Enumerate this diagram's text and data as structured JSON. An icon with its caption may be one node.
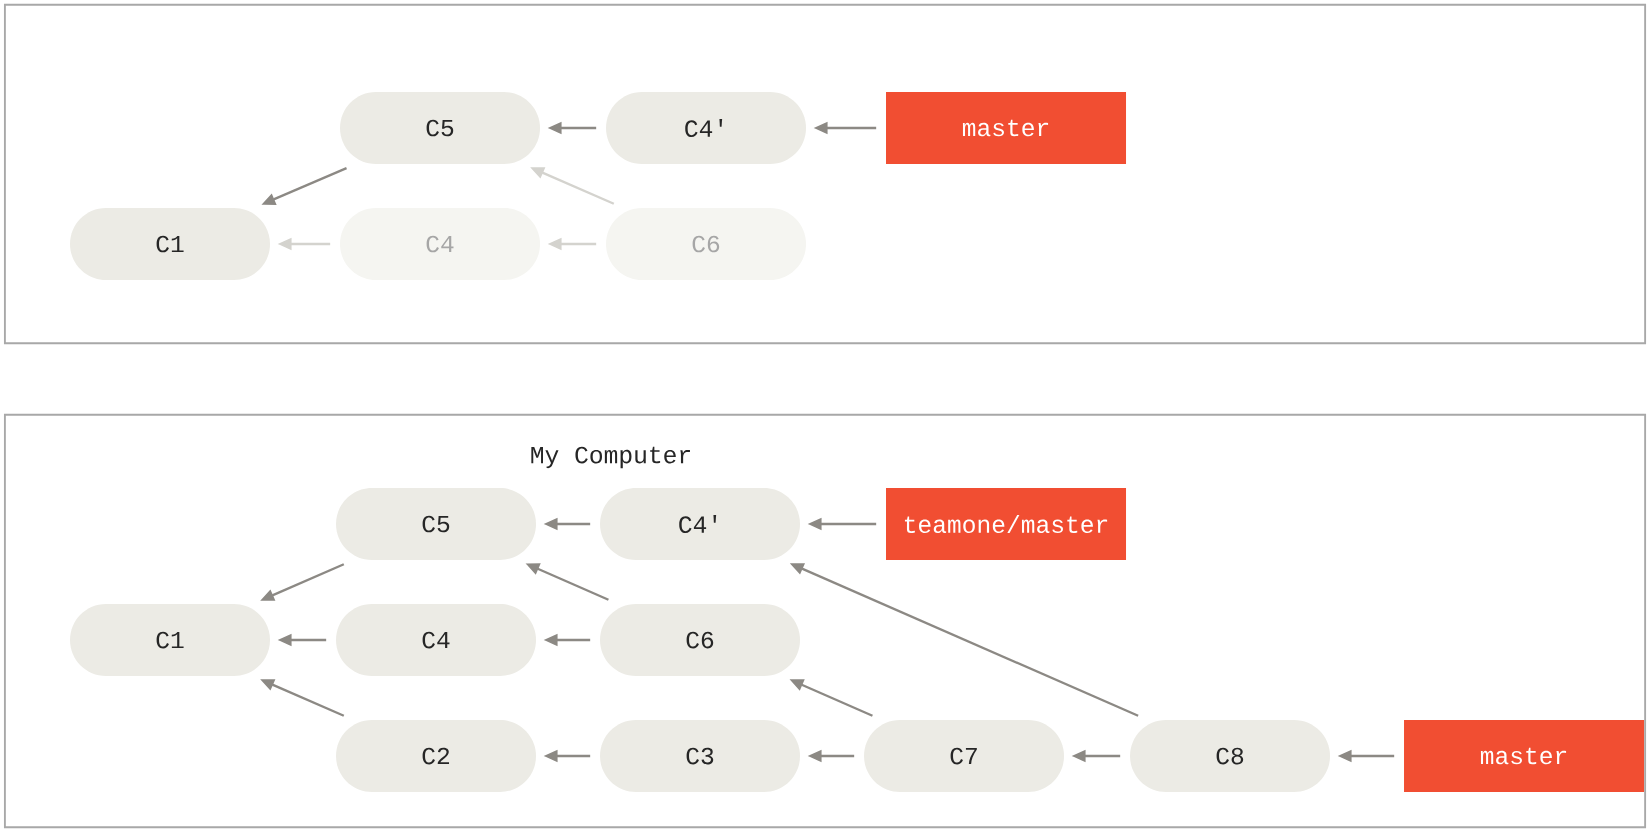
{
  "diagram": {
    "nodes": [
      {
        "text": [],
        "shape": "box"
      },
      {
        "text": [
          "C5"
        ],
        "in": 0
      },
      {
        "text": [
          "C4'"
        ],
        "in": 0
      },
      {
        "text": [
          "master"
        ],
        "in": 0
      },
      {
        "text": [
          "C1"
        ],
        "in": 0
      },
      {
        "text": [
          "C4"
        ],
        "in": 0
      },
      {
        "text": [
          "C6"
        ],
        "in": 0
      },
      {
        "text": [
          "My Computer"
        ]
      },
      {
        "text": [
          "C5"
        ],
        "in": 7
      },
      {
        "text": [
          "C4'"
        ],
        "in": 7
      },
      {
        "text": [
          "teamone/master"
        ],
        "in": 7
      },
      {
        "text": [
          "C1"
        ],
        "in": 7
      },
      {
        "text": [
          "C4"
        ],
        "in": 7
      },
      {
        "text": [
          "C6"
        ],
        "in": 7
      },
      {
        "text": [
          "C2"
        ],
        "in": 7
      },
      {
        "text": [
          "C3"
        ],
        "in": 7
      },
      {
        "text": [
          "C7"
        ],
        "in": 7
      },
      {
        "text": [
          "C8"
        ],
        "in": 7
      },
      {
        "text": [
          "master"
        ],
        "in": 7
      }
    ],
    "edges": [
      {
        "from": 1,
        "to": 4,
        "arrow": "to"
      },
      {
        "from": 2,
        "to": 1,
        "arrow": "to"
      },
      {
        "from": 3,
        "to": 2,
        "arrow": "to"
      },
      {
        "from": 5,
        "to": 4,
        "arrow": "to",
        "color": "#d4d3ce"
      },
      {
        "from": 6,
        "to": 5,
        "arrow": "to",
        "color": "#d4d3ce"
      },
      {
        "from": 6,
        "to": 1,
        "arrow": "to",
        "color": "#d4d3ce"
      },
      {
        "from": 8,
        "to": 11,
        "arrow": "to"
      },
      {
        "from": 12,
        "to": 11,
        "arrow": "to"
      },
      {
        "from": 14,
        "to": 11,
        "arrow": "to"
      },
      {
        "from": 9,
        "to": 8,
        "arrow": "to"
      },
      {
        "from": 13,
        "to": 8,
        "arrow": "to"
      },
      {
        "from": 13,
        "to": 12,
        "arrow": "to"
      },
      {
        "from": 10,
        "to": 9,
        "arrow": "to"
      },
      {
        "from": 15,
        "to": 14,
        "arrow": "to"
      },
      {
        "from": 16,
        "to": 15,
        "arrow": "to"
      },
      {
        "from": 16,
        "to": 13,
        "arrow": "to"
      },
      {
        "from": 17,
        "to": 16,
        "arrow": "to"
      },
      {
        "from": 17,
        "to": 9,
        "arrow": "to"
      },
      {
        "from": 18,
        "to": 17,
        "arrow": "to"
      }
    ]
  }
}
